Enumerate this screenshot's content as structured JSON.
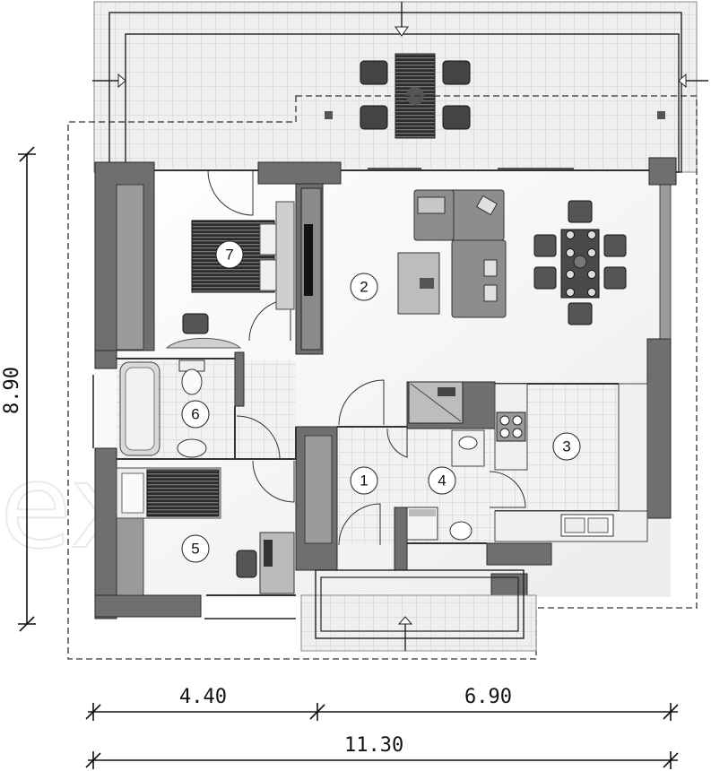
{
  "dimensions": {
    "height_label": "8.90",
    "left_width_label": "4.40",
    "right_width_label": "6.90",
    "total_width_label": "11.30"
  },
  "rooms": [
    {
      "id": "room-1",
      "label": "1"
    },
    {
      "id": "room-2",
      "label": "2"
    },
    {
      "id": "room-3",
      "label": "3"
    },
    {
      "id": "room-4",
      "label": "4"
    },
    {
      "id": "room-5",
      "label": "5"
    },
    {
      "id": "room-6",
      "label": "6"
    },
    {
      "id": "room-7",
      "label": "7"
    }
  ],
  "watermark": "extradom",
  "colors": {
    "wall": "#6f6f6f",
    "wall_light": "#9a9a9a",
    "floor": "#f4f4f4",
    "tile_grid": "#c8c8c8",
    "terrace": "#e2e2e2",
    "furniture_dark": "#3a3a3a"
  }
}
